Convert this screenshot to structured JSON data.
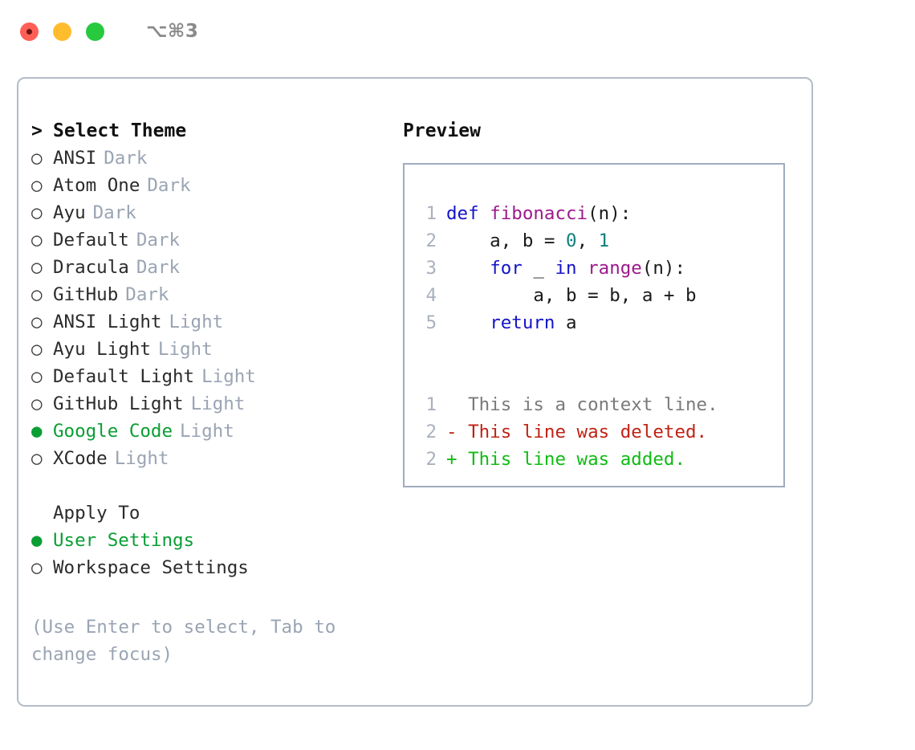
{
  "window": {
    "title": "⌥⌘3",
    "traffic_lights": [
      {
        "name": "close",
        "color": "#ff5f56"
      },
      {
        "name": "minimize",
        "color": "#ffbd2e"
      },
      {
        "name": "maximize",
        "color": "#27c93f"
      }
    ]
  },
  "colors": {
    "accent_green": "#0a9e34",
    "muted": "#9aa4b3",
    "border": "#b3bcc9",
    "preview_border": "#9facbf",
    "keyword": "#1414c8",
    "function": "#9c1a8c",
    "number": "#11807f",
    "diff_added": "#10bb14",
    "diff_deleted": "#c02214",
    "diff_context": "#7a7a7a"
  },
  "theme_picker": {
    "heading": "Select Theme",
    "caret": ">",
    "bullet_empty": "○",
    "bullet_filled": "●",
    "items": [
      {
        "label": "ANSI",
        "tag": "Dark",
        "selected": false
      },
      {
        "label": "Atom One",
        "tag": "Dark",
        "selected": false
      },
      {
        "label": "Ayu",
        "tag": "Dark",
        "selected": false
      },
      {
        "label": "Default",
        "tag": "Dark",
        "selected": false
      },
      {
        "label": "Dracula",
        "tag": "Dark",
        "selected": false
      },
      {
        "label": "GitHub",
        "tag": "Dark",
        "selected": false
      },
      {
        "label": "ANSI Light",
        "tag": "Light",
        "selected": false
      },
      {
        "label": "Ayu Light",
        "tag": "Light",
        "selected": false
      },
      {
        "label": "Default Light",
        "tag": "Light",
        "selected": false
      },
      {
        "label": "GitHub Light",
        "tag": "Light",
        "selected": false
      },
      {
        "label": "Google Code",
        "tag": "Light",
        "selected": true
      },
      {
        "label": "XCode",
        "tag": "Light",
        "selected": false
      }
    ]
  },
  "apply_to": {
    "heading": "Apply To",
    "options": [
      {
        "label": "User Settings",
        "selected": true
      },
      {
        "label": "Workspace Settings",
        "selected": false
      }
    ]
  },
  "hint": "(Use Enter to select, Tab to change focus)",
  "preview": {
    "title": "Preview",
    "code_lines": [
      {
        "no": "1",
        "tokens": [
          {
            "t": "def",
            "c": "kw"
          },
          {
            "t": " ",
            "c": "plain"
          },
          {
            "t": "fibonacci",
            "c": "fn"
          },
          {
            "t": "(n):",
            "c": "plain"
          }
        ]
      },
      {
        "no": "2",
        "tokens": [
          {
            "t": "    a, b = ",
            "c": "plain"
          },
          {
            "t": "0",
            "c": "num"
          },
          {
            "t": ", ",
            "c": "plain"
          },
          {
            "t": "1",
            "c": "num"
          }
        ]
      },
      {
        "no": "3",
        "tokens": [
          {
            "t": "    ",
            "c": "plain"
          },
          {
            "t": "for",
            "c": "kw"
          },
          {
            "t": " _ ",
            "c": "plain"
          },
          {
            "t": "in",
            "c": "kw"
          },
          {
            "t": " ",
            "c": "plain"
          },
          {
            "t": "range",
            "c": "fn"
          },
          {
            "t": "(n):",
            "c": "plain"
          }
        ]
      },
      {
        "no": "4",
        "tokens": [
          {
            "t": "        a, b = b, a + b",
            "c": "plain"
          }
        ]
      },
      {
        "no": "5",
        "tokens": [
          {
            "t": "    ",
            "c": "plain"
          },
          {
            "t": "return",
            "c": "kw"
          },
          {
            "t": " a",
            "c": "plain"
          }
        ]
      }
    ],
    "diff_lines": [
      {
        "no": "1",
        "marker": " ",
        "text": " This is a context line.",
        "kind": "context"
      },
      {
        "no": "2",
        "marker": "-",
        "text": " This line was deleted.",
        "kind": "deleted"
      },
      {
        "no": "2",
        "marker": "+",
        "text": " This line was added.",
        "kind": "added"
      }
    ]
  }
}
